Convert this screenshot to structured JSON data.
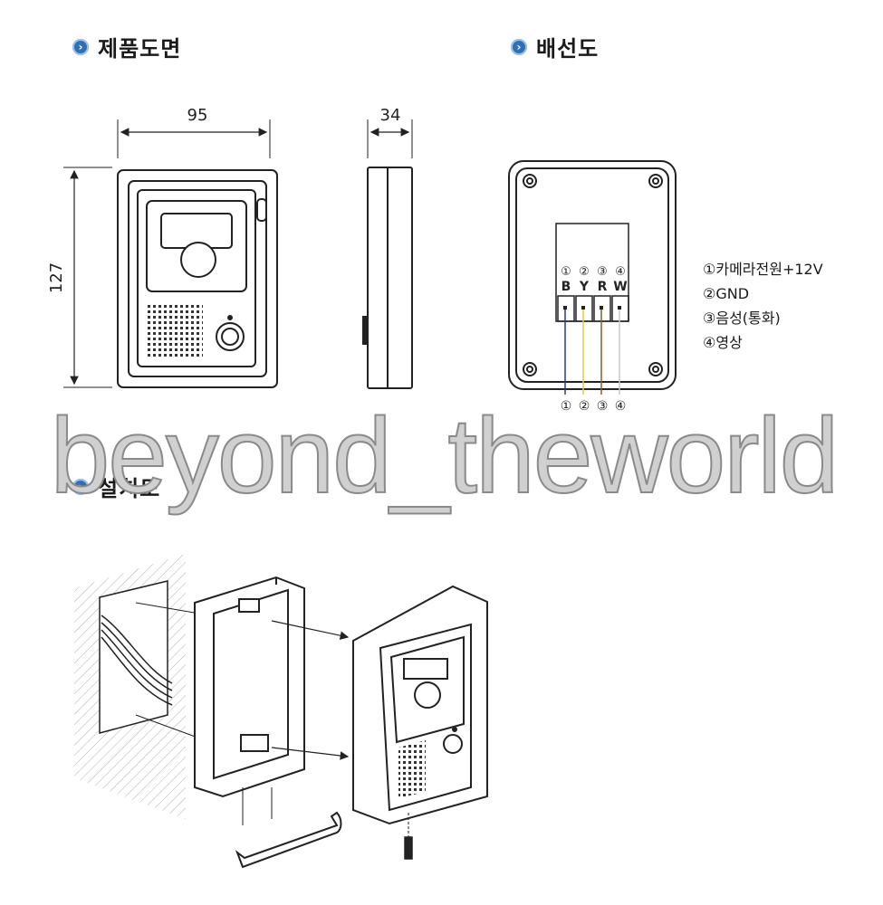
{
  "sections": {
    "product_drawing": "제품도면",
    "wiring_diagram": "배선도",
    "installation_diagram": "설치도"
  },
  "dimensions": {
    "width": "95",
    "depth": "34",
    "height": "127"
  },
  "terminals": {
    "numbers": [
      "①",
      "②",
      "③",
      "④"
    ],
    "letters": [
      "B",
      "Y",
      "R",
      "W"
    ],
    "wire_colors": [
      "#2b3a8c",
      "#e2cc3a",
      "#8b5a2b",
      "#c8c8c8"
    ]
  },
  "legend": [
    "①카메라전원+12V",
    "②GND",
    "③음성(통화)",
    "④영상"
  ],
  "watermark": "beyond_theworld"
}
